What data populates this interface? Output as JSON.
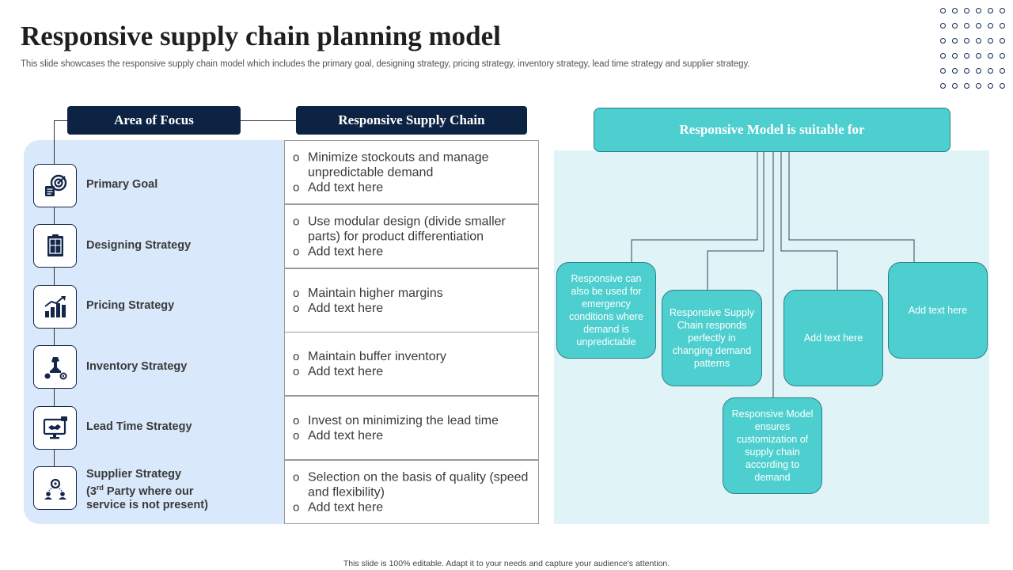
{
  "title": "Responsive supply chain planning model",
  "subtitle": "This slide showcases the responsive supply chain model which includes the primary goal, designing strategy, pricing strategy, inventory strategy, lead time strategy and supplier strategy.",
  "headers": {
    "area_of_focus": "Area of Focus",
    "responsive_supply_chain": "Responsive Supply Chain"
  },
  "rows": [
    {
      "label": "Primary Goal",
      "icon": "target-icon",
      "bullets": [
        "Minimize stockouts and manage unpredictable demand",
        "Add text here"
      ]
    },
    {
      "label": "Designing Strategy",
      "icon": "blueprint-icon",
      "bullets": [
        "Use modular design (divide smaller parts) for product differentiation",
        "Add text here"
      ]
    },
    {
      "label": "Pricing Strategy",
      "icon": "bar-chart-icon",
      "bullets": [
        "Maintain higher margins",
        "Add text here"
      ]
    },
    {
      "label": "Inventory Strategy",
      "icon": "chess-strategy-icon",
      "bullets": [
        "Maintain buffer inventory",
        "Add text here"
      ]
    },
    {
      "label": "Lead Time Strategy",
      "icon": "handshake-monitor-icon",
      "bullets": [
        "Invest  on minimizing the lead time",
        "Add text here"
      ]
    },
    {
      "label_line1": "Supplier Strategy",
      "label_line2_prefix": "(3",
      "label_line2_sup": "rd",
      "label_line2_suffix": " Party where our",
      "label_line3": "service is not present)",
      "icon": "supplier-network-icon",
      "bullets": [
        "Selection on the basis of quality (speed and flexibility)",
        "Add text here"
      ]
    }
  ],
  "model": {
    "header": "Responsive Model is suitable for",
    "boxes": [
      "Responsive  can also be used for emergency conditions where demand is unpredictable",
      "Responsive Supply Chain responds perfectly in changing demand patterns",
      "Add text here",
      "Add text here",
      "Responsive Model ensures customization of supply chain according to demand"
    ]
  },
  "footer": "This slide is 100% editable. Adapt it to your needs and capture your audience's attention.",
  "colors": {
    "navy": "#0d2343",
    "teal": "#4ecfcf",
    "teal_border": "#2d7f86",
    "left_panel": "#d9e8fa",
    "right_panel": "#e0f4f8"
  }
}
